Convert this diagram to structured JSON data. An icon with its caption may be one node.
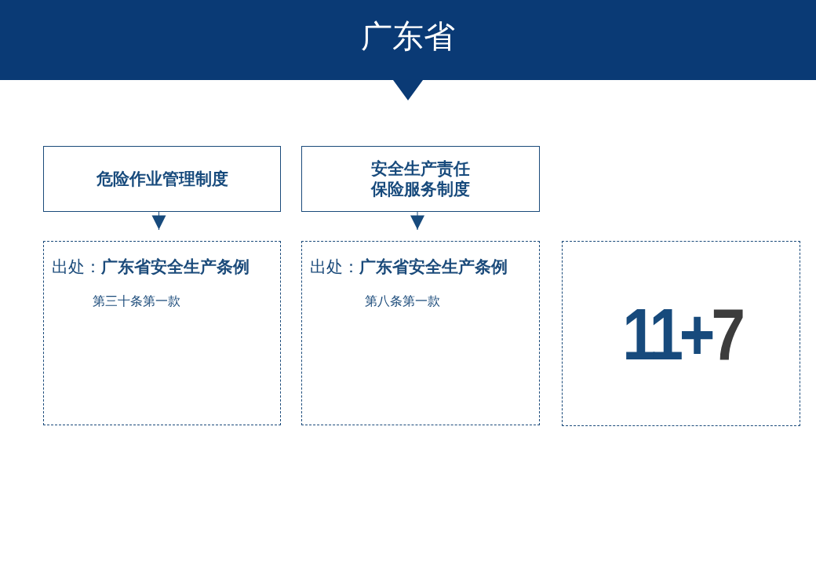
{
  "diagram": {
    "title": "广东省",
    "nodes": [
      {
        "text": [
          "危险作业管理制度"
        ]
      },
      {
        "text": [
          "安全生产责任保险服务制度"
        ]
      },
      {
        "text": [
          "出处：**广东省安全生产条例**",
          "第三十条第一款"
        ]
      },
      {
        "text": [
          "出处：**广东省安全生产条例**",
          "第八条第一款"
        ]
      },
      {
        "text": [
          "11+7"
        ]
      }
    ],
    "edges": [
      {
        "from": 0,
        "to": 2,
        "arrow": "to"
      },
      {
        "from": 1,
        "to": 3,
        "arrow": "to"
      }
    ]
  }
}
